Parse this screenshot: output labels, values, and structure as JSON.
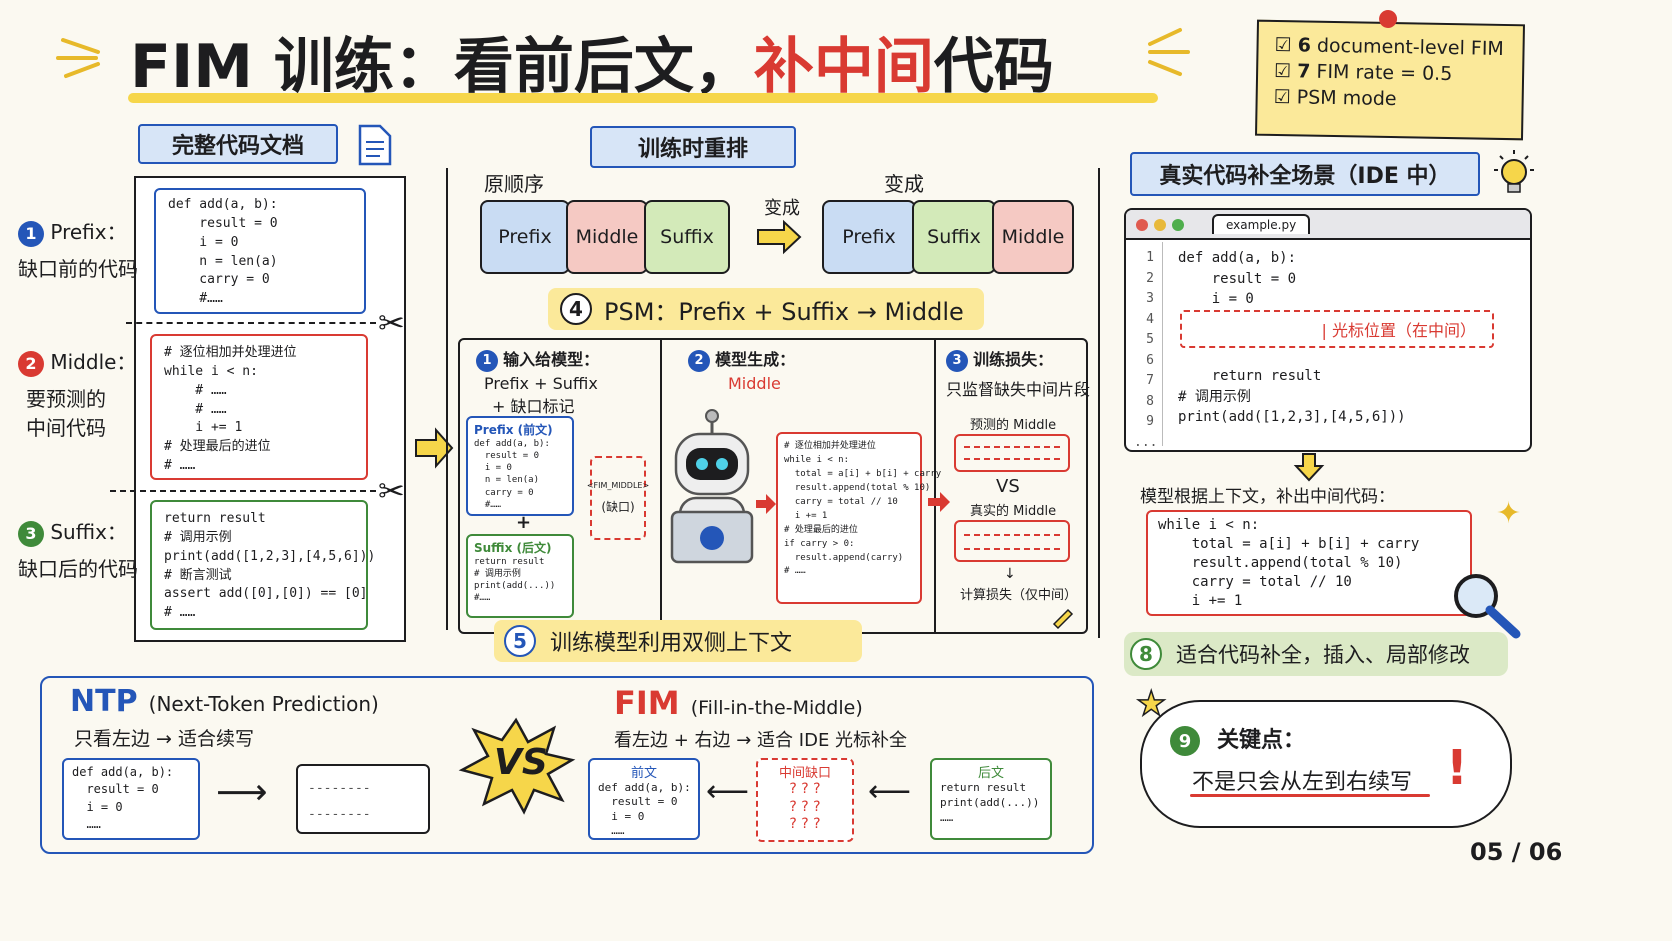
{
  "title": {
    "prefix": "FIM 训练：看前后文，",
    "highlight": "补中间",
    "suffix": "代码"
  },
  "sticky_note": {
    "items": [
      {
        "check": "☑",
        "num": "6",
        "text": "document-level FIM"
      },
      {
        "check": "☑",
        "num": "7",
        "text": "FIM rate = 0.5"
      },
      {
        "check": "☑",
        "num": "",
        "text": "PSM mode"
      }
    ]
  },
  "page_number": "05 / 06",
  "left_section": {
    "ribbon": "完整代码文档",
    "prefix_label": {
      "num": "1",
      "name": "Prefix：",
      "desc": "缺口前的代码"
    },
    "middle_label": {
      "num": "2",
      "name": "Middle：",
      "desc1": "要预测的",
      "desc2": "中间代码"
    },
    "suffix_label": {
      "num": "3",
      "name": "Suffix：",
      "desc": "缺口后的代码"
    },
    "prefix_code": "def add(a, b):\n    result = 0\n    i = 0\n    n = len(a)\n    carry = 0\n    #……",
    "middle_code": "# 逐位相加并处理进位\nwhile i < n:\n    # ……\n    # ……\n    i += 1\n# 处理最后的进位\n# ……",
    "suffix_code": "return result\n# 调用示例\nprint(add([1,2,3],[4,5,6]))\n# 断言测试\nassert add([0],[0]) == [0]\n# ……"
  },
  "center_section": {
    "ribbon": "训练时重排",
    "original_order_label": "原顺序",
    "becomes_label": "变成",
    "becomes_arrow_label": "变成",
    "original_pieces": [
      "Prefix",
      "Middle",
      "Suffix"
    ],
    "reordered_pieces": [
      "Prefix",
      "Suffix",
      "Middle"
    ],
    "psm_banner": {
      "num": "4",
      "text": "PSM：Prefix + Suffix → Middle"
    },
    "step1": {
      "num": "1",
      "title": "输入给模型：",
      "line1": "Prefix + Suffix",
      "line2": "+ 缺口标记"
    },
    "step2": {
      "num": "2",
      "title": "模型生成：",
      "sub": "Middle"
    },
    "step3": {
      "num": "3",
      "title": "训练损失：",
      "sub": "只监督缺失中间片段"
    },
    "prefix_box_title": "Prefix (前文)",
    "prefix_box_code": "def add(a, b):\n  result = 0\n  i = 0\n  n = len(a)\n  carry = 0\n  #……",
    "suffix_box_title": "Suffix (后文)",
    "suffix_box_code": "return result\n# 调用示例\nprint(add(...))\n#……",
    "plus": "+",
    "fim_token": "<FIM_MIDDLE>",
    "gap_label": "(缺口)",
    "generated_code": "# 逐位相加并处理进位\nwhile i < n:\n  total = a[i] + b[i] + carry\n  result.append(total % 10)\n  carry = total // 10\n  i += 1\n# 处理最后的进位\nif carry > 0:\n  result.append(carry)\n# ……",
    "predicted_label": "预测的 Middle",
    "vs_small": "VS",
    "actual_label": "真实的 Middle",
    "loss_label": "计算损失（仅中间）",
    "banner5": {
      "num": "5",
      "text": "训练模型利用双侧上下文"
    }
  },
  "right_section": {
    "ribbon": "真实代码补全场景（IDE 中）",
    "tab": "example.py",
    "line_numbers": [
      "1",
      "2",
      "3",
      "4",
      "5",
      "6",
      "7",
      "8",
      "9",
      "..."
    ],
    "code_top": "def add(a, b):\n    result = 0\n    i = 0",
    "cursor_label": "| 光标位置（在中间）",
    "code_bottom": "    return result\n# 调用示例\nprint(add([1,2,3],[4,5,6]))",
    "fill_caption": "模型根据上下文，补出中间代码：",
    "fill_code": "while i < n:\n    total = a[i] + b[i] + carry\n    result.append(total % 10)\n    carry = total // 10\n    i += 1",
    "banner8": {
      "num": "8",
      "text": "适合代码补全，插入、局部修改"
    },
    "key_point": {
      "num": "9",
      "title": "关键点：",
      "text": "不是只会从左到右续写",
      "exclaim": "!"
    }
  },
  "bottom_section": {
    "ntp_title": "NTP",
    "ntp_full": "(Next-Token Prediction)",
    "ntp_desc": "只看左边 → 适合续写",
    "ntp_code": "def add(a, b):\n  result = 0\n  i = 0\n  ……",
    "ntp_output": "--------\n--------",
    "vs": "VS",
    "fim_title": "FIM",
    "fim_full": "(Fill-in-the-Middle)",
    "fim_desc": "看左边 + 右边 → 适合 IDE 光标补全",
    "front_title": "前文",
    "front_code": "def add(a, b):\n  result = 0\n  i = 0\n  ……",
    "gap_title": "中间缺口",
    "gap_rows": [
      "? ? ?",
      "? ? ?",
      "? ? ?"
    ],
    "back_title": "后文",
    "back_code": "return result\nprint(add(...))\n……"
  },
  "colors": {
    "blue": "#2456b8",
    "red": "#d93a32",
    "green": "#3f8a3a",
    "yellow": "#f6d64a",
    "background": "#fbf9f1"
  }
}
